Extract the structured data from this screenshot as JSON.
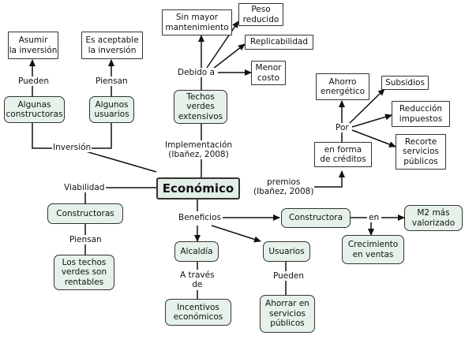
{
  "concept_map": {
    "central": "Económico",
    "concepts": {
      "asumir": "Asumir\nla inversión",
      "aceptable": "Es aceptable\nla inversión",
      "algunas_constructoras": "Algunas\nconstructoras",
      "algunos_usuarios": "Algunos\nusuarios",
      "sin_mayor": "Sin mayor\nmantenimiento",
      "peso": "Peso\nreducido",
      "replicabilidad": "Replicabilidad",
      "menor_costo": "Menor\ncosto",
      "techos_extensivos": "Techos\nverdes\nextensivos",
      "ahorro": "Ahorro\nenergético",
      "subsidios": "Subsidios",
      "reduccion": "Reducción\nimpuestos",
      "recorte": "Recorte\nservicios\npúblicos",
      "creditos": "en forma\nde créditos",
      "constructoras": "Constructoras",
      "techos_rentables": "Los techos\nverdes son\nrentables",
      "alcaldia": "Alcaldía",
      "incentivos": "Incentivos\neconómicos",
      "usuarios": "Usuarios",
      "ahorrar": "Ahorrar en\nservicios\npúblicos",
      "constructora": "Constructora",
      "crecimiento": "Crecimiento\nen ventas",
      "m2": "M2 más\nvalorizado"
    },
    "links": {
      "pueden_1": "Pueden",
      "piensan_1": "Piensan",
      "inversion": "Inversión",
      "viabilidad": "Viabilidad",
      "piensan_2": "Piensan",
      "debido_a": "Debido a",
      "implementacion": "Implementación\n(Ibañez, 2008)",
      "por": "Por",
      "premios": "premios\n(Ibañez, 2008)",
      "beneficios": "Beneficios",
      "a_traves": "A través\nde",
      "pueden_2": "Pueden",
      "en": "en"
    }
  }
}
